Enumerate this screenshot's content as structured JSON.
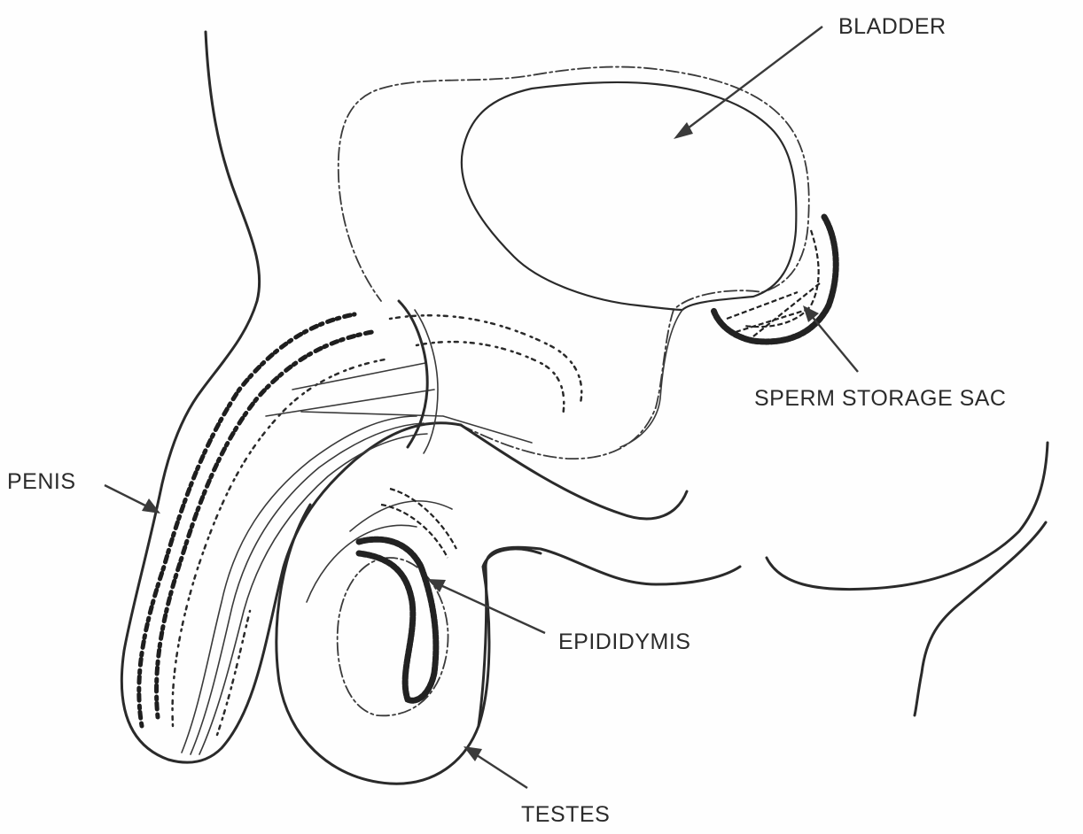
{
  "labels": {
    "bladder": "BLADDER",
    "sperm_storage_sac": "SPERM STORAGE SAC",
    "penis": "PENIS",
    "epididymis": "EPIDIDYMIS",
    "testes": "TESTES"
  },
  "colors": {
    "ink": "#2a2a2a",
    "paper": "#fefefe"
  }
}
